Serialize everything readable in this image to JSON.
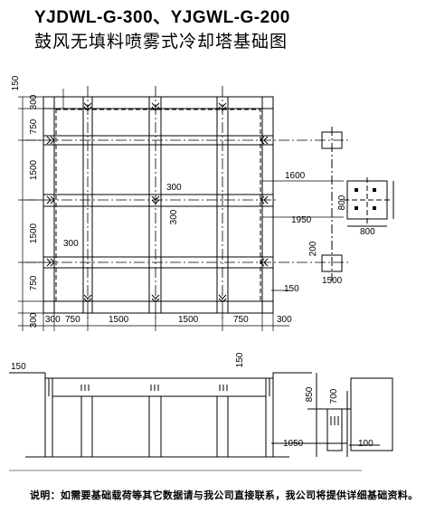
{
  "title": {
    "line1": "YJDWL-G-300、YJGWL-G-200",
    "line2": "鼓风无填料喷雾式冷却塔基础图"
  },
  "plan": {
    "dim_top": "150",
    "dim_left": [
      "750",
      "300",
      "1500",
      "1500",
      "750",
      "300"
    ],
    "dim_bottom": [
      "300",
      "750",
      "1500",
      "1500",
      "750",
      "300"
    ],
    "dim_inner_300_a": "300",
    "dim_inner_300_b": "300",
    "dim_inner_300_c": "300",
    "dim_1600": "1600",
    "dim_1950": "1950",
    "dim_150_right": "150",
    "dim_200": "200",
    "dim_1500_right": "1500",
    "pad_800_w": "800",
    "pad_800_h": "800"
  },
  "section": {
    "dim_150_left": "150",
    "dim_150_top": "150",
    "dim_850": "850",
    "dim_700": "700",
    "dim_1050": "1050",
    "dim_100": "100"
  },
  "note": "说明：如需要基础载荷等其它数据请与我公司直接联系，我公司将提供详细基础资料。"
}
